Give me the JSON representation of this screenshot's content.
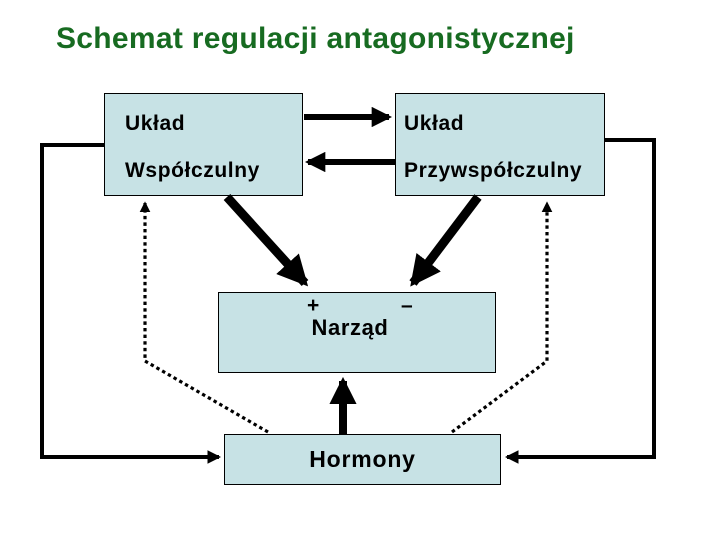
{
  "title": "Schemat regulacji antagonistycznej",
  "colors": {
    "title": "#176b21",
    "box_fill": "#c7e2e5",
    "box_border": "#000000",
    "line": "#000000",
    "background": "#ffffff"
  },
  "boxes": {
    "sympathetic": {
      "line1": "Układ",
      "line2": "Współczulny"
    },
    "parasympathetic": {
      "line1": "Układ",
      "line2": "Przywspółczulny"
    },
    "organ": {
      "plus": "+",
      "minus": "–",
      "label": "Narząd"
    },
    "hormones": {
      "label": "Hormony"
    }
  },
  "edges": [
    {
      "from": "sympathetic",
      "to": "parasympathetic",
      "style": "thick-solid-arrow"
    },
    {
      "from": "parasympathetic",
      "to": "sympathetic",
      "style": "thick-solid-arrow"
    },
    {
      "from": "sympathetic",
      "to": "organ",
      "style": "thick-solid-arrow",
      "sign": "+"
    },
    {
      "from": "parasympathetic",
      "to": "organ",
      "style": "thick-solid-arrow",
      "sign": "–"
    },
    {
      "from": "hormones",
      "to": "organ",
      "style": "thick-solid-arrow"
    },
    {
      "from": "sympathetic",
      "to": "hormones",
      "style": "solid-line-arrow",
      "route": "left-outer-loop"
    },
    {
      "from": "parasympathetic",
      "to": "hormones",
      "style": "solid-line-arrow",
      "route": "right-outer-loop"
    },
    {
      "from": "hormones",
      "to": "sympathetic",
      "style": "dashed-arrow"
    },
    {
      "from": "hormones",
      "to": "parasympathetic",
      "style": "dashed-arrow"
    }
  ]
}
